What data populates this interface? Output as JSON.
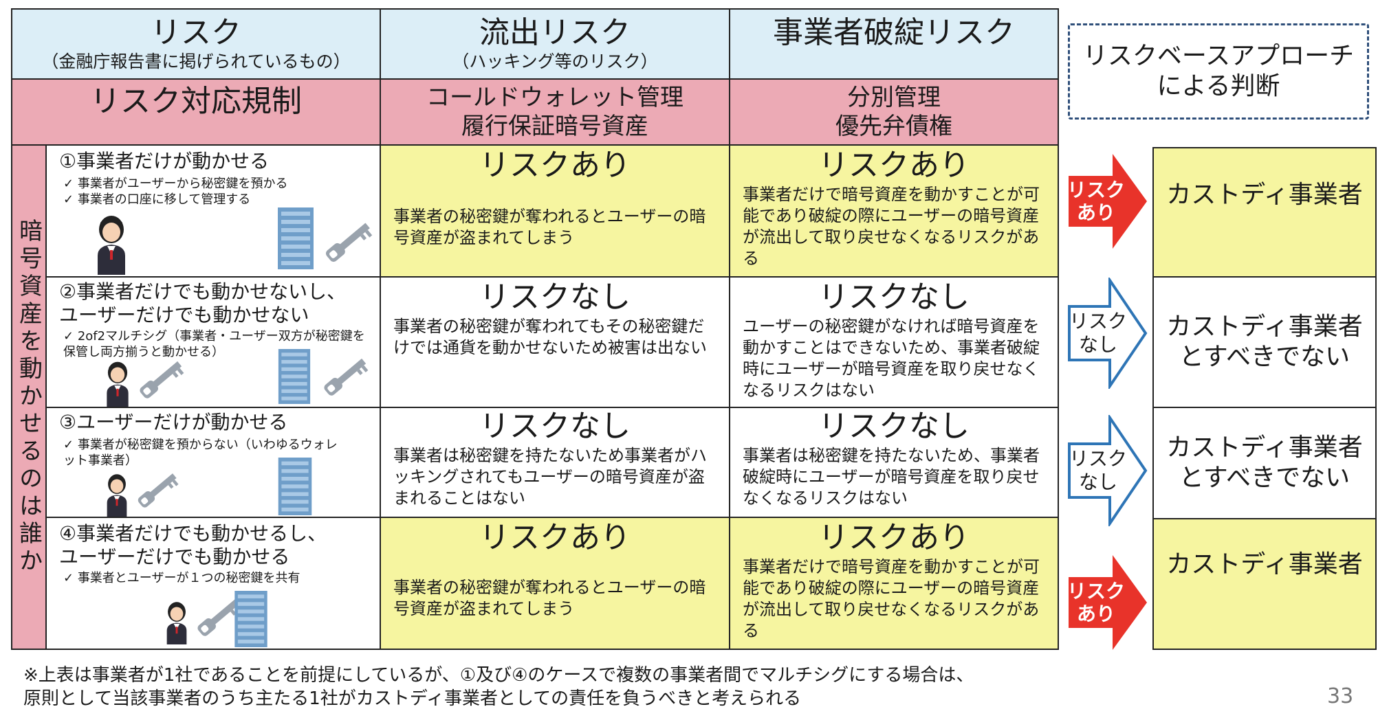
{
  "header": {
    "risk_title": "リスク",
    "risk_sub": "（金融庁報告書に掲げられているもの）",
    "outflow_title": "流出リスク",
    "outflow_sub": "（ハッキング等のリスク）",
    "bankruptcy_title": "事業者破綻リスク",
    "approach": "リスクベースアプローチ\nによる判断"
  },
  "regulation": {
    "label": "リスク対応規制",
    "outflow": "コールドウォレット管理\n履行保証暗号資産",
    "bankruptcy": "分別管理\n優先弁債権"
  },
  "side_label": "暗号資産を動かせるのは誰か",
  "rows": [
    {
      "title": "①事業者だけが動かせる",
      "bullets": [
        "事業者がユーザーから秘密鍵を預かる",
        "事業者の口座に移して管理する"
      ],
      "outflow_verdict": "リスクあり",
      "outflow_desc": "事業者の秘密鍵が奪われるとユーザーの暗号資産が盗まれてしまう",
      "bankruptcy_verdict": "リスクあり",
      "bankruptcy_desc": "事業者だけで暗号資産を動かすことが可能であり破綻の際にユーザーの暗号資産が流出して取り戻せなくなるリスクがある",
      "arrow": "リスク\nあり",
      "result": "カストディ事業者"
    },
    {
      "title": "②事業者だけでも動かせないし、\nユーザーだけでも動かせない",
      "bullets": [
        "2of2マルチシグ（事業者・ユーザー双方が秘密鍵を保管し両方揃うと動かせる）"
      ],
      "outflow_verdict": "リスクなし",
      "outflow_desc": "事業者の秘密鍵が奪われてもその秘密鍵だけでは通貨を動かせないため被害は出ない",
      "bankruptcy_verdict": "リスクなし",
      "bankruptcy_desc": "ユーザーの秘密鍵がなければ暗号資産を動かすことはできないため、事業者破綻時にユーザーが暗号資産を取り戻せなくなるリスクはない",
      "arrow": "リスク\nなし",
      "result": "カストディ事業者\nとすべきでない"
    },
    {
      "title": "③ユーザーだけが動かせる",
      "bullets": [
        "事業者が秘密鍵を預からない（いわゆるウォレット事業者）"
      ],
      "outflow_verdict": "リスクなし",
      "outflow_desc": "事業者は秘密鍵を持たないため事業者がハッキングされてもユーザーの暗号資産が盗まれることはない",
      "bankruptcy_verdict": "リスクなし",
      "bankruptcy_desc": "事業者は秘密鍵を持たないため、事業者破綻時にユーザーが暗号資産を取り戻せなくなるリスクはない",
      "arrow": "リスク\nなし",
      "result": "カストディ事業者\nとすべきでない"
    },
    {
      "title": "④事業者だけでも動かせるし、\nユーザーだけでも動かせる",
      "bullets": [
        "事業者とユーザーが１つの秘密鍵を共有"
      ],
      "outflow_verdict": "リスクあり",
      "outflow_desc": "事業者の秘密鍵が奪われるとユーザーの暗号資産が盗まれてしまう",
      "bankruptcy_verdict": "リスクあり",
      "bankruptcy_desc": "事業者だけで暗号資産を動かすことが可能であり破綻の際にユーザーの暗号資産が流出して取り戻せなくなるリスクがある",
      "arrow": "リスク\nあり",
      "result": "カストディ事業者"
    }
  ],
  "footnote": "※上表は事業者が1社であることを前提にしているが、①及び④のケースで複数の事業者間でマルチシグにする場合は、\n原則として当該事業者のうち主たる1社がカストディ事業者としての責任を負うべきと考えられる",
  "page_number": "33",
  "colors": {
    "header_bg": "#dceef7",
    "regulation_bg": "#ecaab5",
    "risk_yellow": "#f6f5a0",
    "arrow_red": "#e8332a",
    "arrow_blue": "#2e75b6",
    "dashed_border": "#2f4f7a"
  },
  "icons": {
    "person": "person-icon",
    "building": "building-icon",
    "key": "key-icon",
    "check": "check-icon"
  }
}
